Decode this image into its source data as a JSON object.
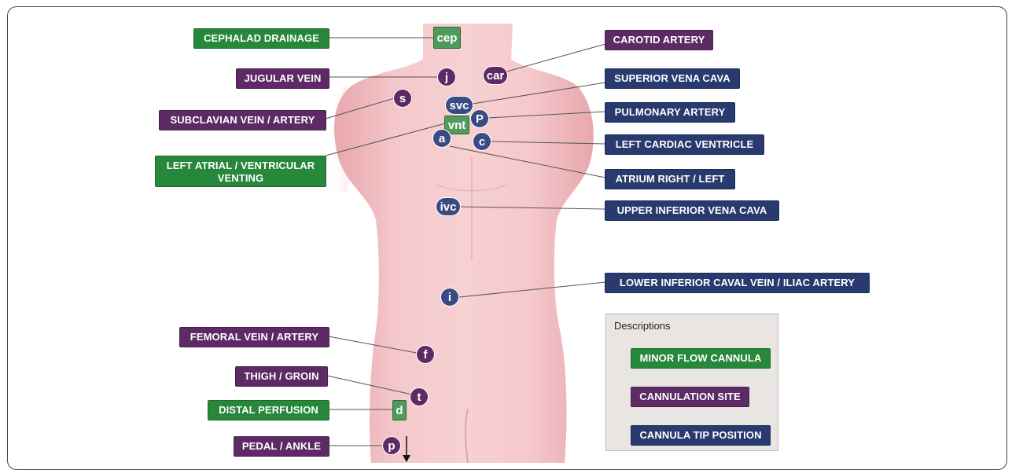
{
  "labels": {
    "cephalad_drainage": "CEPHALAD DRAINAGE",
    "jugular_vein": "JUGULAR VEIN",
    "subclavian": "SUBCLAVIAN VEIN / ARTERY",
    "left_atrial_line1": "LEFT ATRIAL / VENTRICULAR",
    "left_atrial_line2": "VENTING",
    "carotid_artery": "CAROTID ARTERY",
    "superior_vena_cava": "SUPERIOR VENA CAVA",
    "pulmonary_artery": "PULMONARY ARTERY",
    "left_cardiac_ventricle": "LEFT CARDIAC VENTRICLE",
    "atrium": "ATRIUM RIGHT / LEFT",
    "upper_ivc": "UPPER INFERIOR VENA CAVA",
    "lower_ivc": "LOWER INFERIOR CAVAL VEIN / ILIAC ARTERY",
    "femoral": "FEMORAL VEIN / ARTERY",
    "thigh": "THIGH / GROIN",
    "distal_perfusion": "DISTAL PERFUSION",
    "pedal": "PEDAL / ANKLE"
  },
  "markers": {
    "cep": "cep",
    "j": "j",
    "car": "car",
    "s": "s",
    "svc": "svc",
    "P": "P",
    "vnt": "vnt",
    "a": "a",
    "c": "c",
    "ivc": "ivc",
    "i": "i",
    "f": "f",
    "t": "t",
    "d": "d",
    "p": "p"
  },
  "legend": {
    "title": "Descriptions",
    "minor_flow": "MINOR FLOW CANNULA",
    "cannulation_site": "CANNULATION SITE",
    "tip_position": "CANNULA TIP POSITION"
  },
  "colors": {
    "green": "#27873b",
    "purple": "#5e2a66",
    "navy": "#283a6e",
    "skin": "#f2c3c6"
  }
}
